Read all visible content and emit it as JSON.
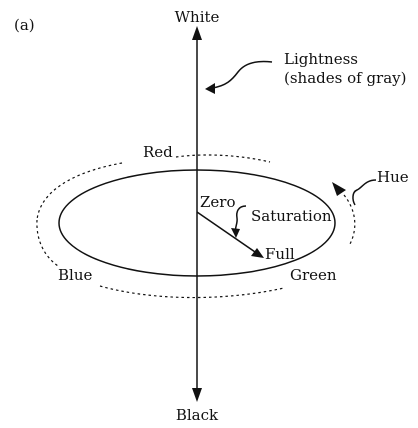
{
  "panel_label": "(a)",
  "labels": {
    "white": "White",
    "black": "Black",
    "lightness_line1": "Lightness",
    "lightness_line2": "(shades of gray)",
    "red": "Red",
    "hue": "Hue",
    "zero": "Zero",
    "saturation": "Saturation",
    "full": "Full",
    "blue": "Blue",
    "green": "Green"
  },
  "colors": {
    "ink": "#111111",
    "background": "#ffffff"
  }
}
